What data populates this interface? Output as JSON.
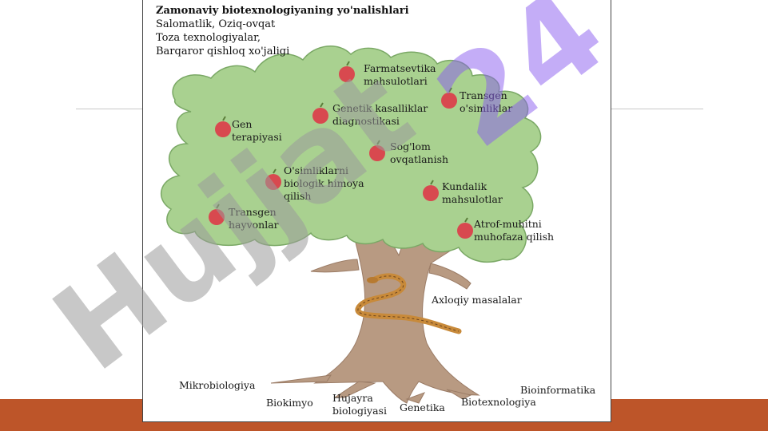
{
  "slide": {
    "colors": {
      "accent_band": "#bd5529",
      "rule": "#c8c8c8"
    }
  },
  "figure": {
    "title": "Zamonaviy biotexnologiyaning yo'nalishlari",
    "subtitle_lines": [
      "Salomatlik, Oziq-ovqat",
      "Toza texnologiyalar,",
      "Barqaror qishloq xo'jaligi"
    ],
    "fruits": [
      {
        "id": "farmatsevtika",
        "lines": [
          "Farmatsevtika",
          "mahsulotlari"
        ]
      },
      {
        "id": "transgen-osimliklar",
        "lines": [
          "Transgen",
          "o'simliklar"
        ]
      },
      {
        "id": "genetik-kasalliklar",
        "lines": [
          "Genetik kasalliklar",
          "diagnostikasi"
        ]
      },
      {
        "id": "gen-terapiyasi",
        "lines": [
          "Gen",
          "terapiyasi"
        ]
      },
      {
        "id": "soglom-ovqatlanish",
        "lines": [
          "Sog'lom",
          "ovqatlanish"
        ]
      },
      {
        "id": "biologik-himoya",
        "lines": [
          "O'simliklarni",
          "biologik himoya",
          "qilish"
        ]
      },
      {
        "id": "kundalik-mahsulotlar",
        "lines": [
          "Kundalik",
          "mahsulotlar"
        ]
      },
      {
        "id": "transgen-hayvonlar",
        "lines": [
          "Transgen",
          "hayvonlar"
        ]
      },
      {
        "id": "atrof-muhit",
        "lines": [
          "Atrof-muhitni",
          "muhofaza qilish"
        ]
      }
    ],
    "snake_label": "Axloqiy masalalar",
    "roots": [
      {
        "id": "mikrobiologiya",
        "lines": [
          "Mikrobiologiya"
        ]
      },
      {
        "id": "biokimyo",
        "lines": [
          "Biokimyo"
        ]
      },
      {
        "id": "hujayra",
        "lines": [
          "Hujayra",
          "biologiyasi"
        ]
      },
      {
        "id": "genetika",
        "lines": [
          "Genetika"
        ]
      },
      {
        "id": "biotexnologiya",
        "lines": [
          "Biotexnologiya"
        ]
      },
      {
        "id": "bioinformatika",
        "lines": [
          "Bioinformatika"
        ]
      }
    ]
  },
  "watermark": {
    "text_main": "Hujjat",
    "text_corner": "24",
    "colors": {
      "gray": "#9a9a9a",
      "purple": "#8a5cf0"
    }
  }
}
